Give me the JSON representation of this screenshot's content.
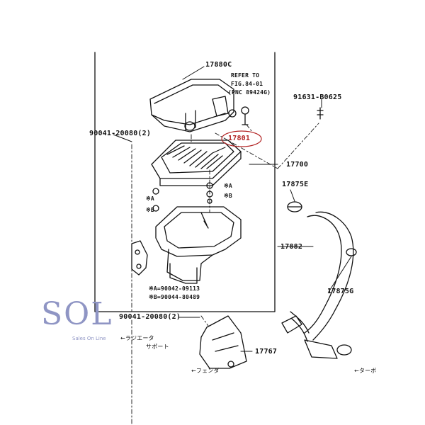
{
  "labels": {
    "p17880c": "17880C",
    "refer_to": "REFER TO",
    "fig_ref": "FIG.84-01",
    "pnc_ref": "(PNC 89424G)",
    "p91631": "91631-B0625",
    "p90041_top": "90041-20080(2)",
    "p17801": "17801",
    "p17700": "17700",
    "p17875e": "17875E",
    "p17882": "17882",
    "p17875g": "17875G",
    "mark_a_left": "※A",
    "mark_b_left": "※B",
    "mark_a_right": "※A",
    "mark_b_right": "※B",
    "note_a": "※A=90042-09113",
    "note_b": "※B=90044-80489",
    "p90041_bottom": "90041-20080(2)",
    "radiator_line1": "←ラジエータ",
    "radiator_line2": "サポート",
    "p17767": "17767",
    "cut_bottom_left": "←フェンダ",
    "cut_bottom_right": "←ターボ"
  },
  "logo": {
    "text": "SOL",
    "tagline": "Sales On Line",
    "color": "#8f95c4"
  },
  "highlight_color": "#b22222"
}
